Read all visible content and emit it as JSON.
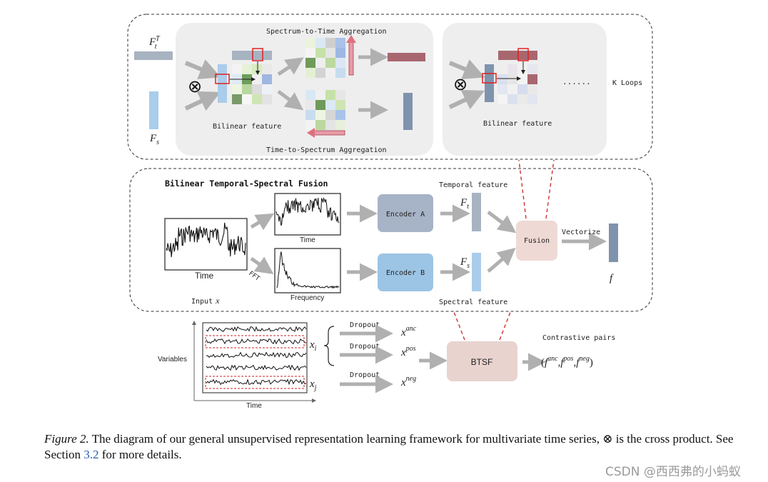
{
  "top_panel": {
    "ft_label": "F",
    "ft_sup": "T",
    "ft_sub": "t",
    "fs_label": "F",
    "fs_sub": "s",
    "s2t_title": "Spectrum-to-Time Aggregation",
    "t2s_title": "Time-to-Spectrum Aggregation",
    "bilinear_label_1": "Bilinear feature",
    "bilinear_label_2": "Bilinear feature",
    "cross_symbol": "⊗",
    "dots": "......",
    "loops_label": "K Loops"
  },
  "middle_panel": {
    "title": "Bilinear Temporal-Spectral Fusion",
    "time_label_large": "Time",
    "time_label_small": "Time",
    "frequency_label": "Frequency",
    "fft_label": "FFT",
    "input_label": "Input",
    "input_var": "x",
    "encoder_a": "Encoder A",
    "encoder_b": "Encoder B",
    "temporal_feature": "Temporal feature",
    "spectral_feature": "Spectral feature",
    "ft_label": "F",
    "ft_sub": "t",
    "fs_label": "F",
    "fs_sub": "s",
    "fusion": "Fusion",
    "vectorize": "Vectorize",
    "f_label": "f"
  },
  "bottom_panel": {
    "variables_label": "Variables",
    "time_label": "Time",
    "xi_label": "x",
    "xi_sub": "i",
    "xj_label": "x",
    "xj_sub": "j",
    "dropout_1": "Dropout",
    "dropout_2": "Dropout",
    "dropout_3": "Dropout",
    "x_anc": "x",
    "x_anc_sup": "anc",
    "x_pos": "x",
    "x_pos_sup": "pos",
    "x_neg": "x",
    "x_neg_sup": "neg",
    "btsf": "BTSF",
    "contrastive_pairs": "Contrastive pairs",
    "pairs_open": "(",
    "pairs_f": "f",
    "pairs_anc": "anc",
    "pairs_comma": ",",
    "pairs_pos": "pos",
    "pairs_neg": "neg",
    "pairs_close": ")"
  },
  "caption": {
    "label": "Figure 2.",
    "text": " The diagram of our general unsupervised representation learning framework for multivariate time series, ⊗ is the cross product. See Section ",
    "ref": "3.2",
    "end": " for more details."
  },
  "watermark": "CSDN @西西弗的小蚂蚁",
  "colors": {
    "arrow_gray": "#b0b0b0",
    "encoder_a": "#a7b3c6",
    "encoder_b": "#9cc4e4",
    "fusion_box": "#efd9d4",
    "btsf_box": "#e8d3cf",
    "dark_red_bar": "#a8676e",
    "slate_bar": "#7f93ad",
    "light_blue_bar": "#a9cdea",
    "panel_fill": "#eeeeee",
    "red_dash": "#cc2222"
  }
}
